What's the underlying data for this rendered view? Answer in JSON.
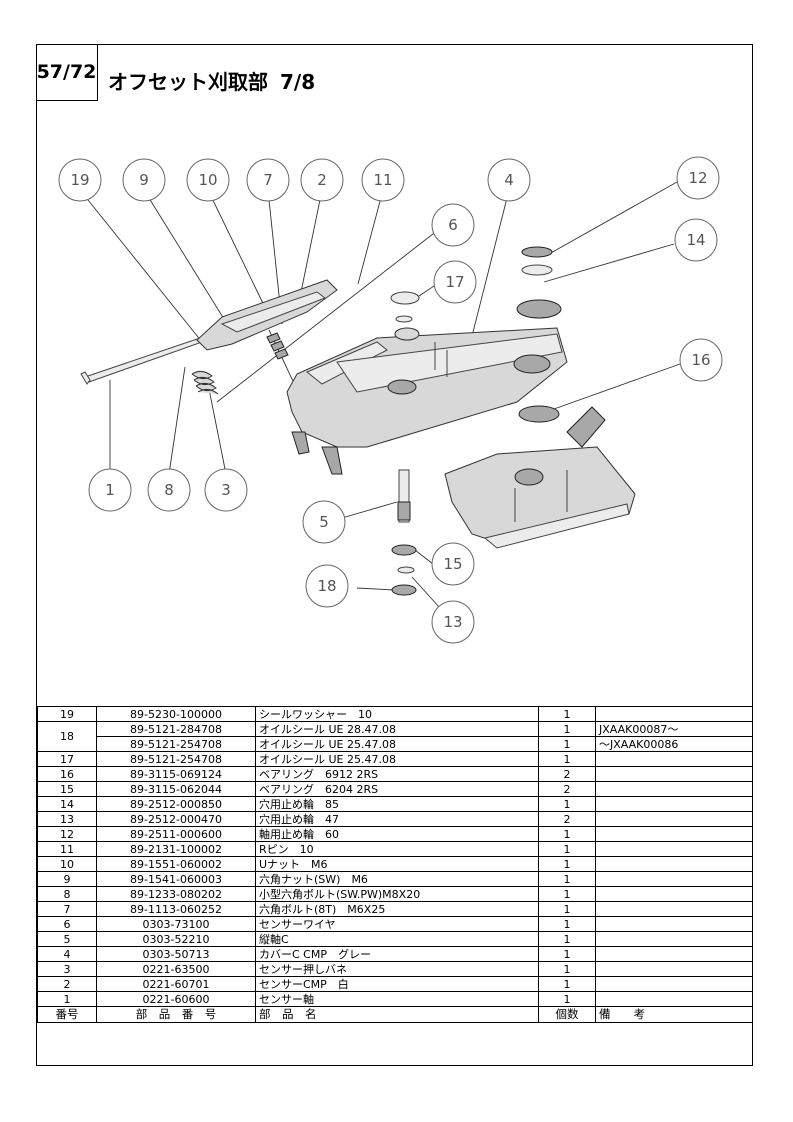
{
  "page": {
    "number": "57/72",
    "title": "オフセット刈取部",
    "subtitle": "7/8"
  },
  "callouts": [
    "19",
    "9",
    "10",
    "7",
    "2",
    "11",
    "4",
    "12",
    "14",
    "6",
    "17",
    "16",
    "1",
    "8",
    "3",
    "5",
    "15",
    "18",
    "13"
  ],
  "table": {
    "headers": {
      "no": "番号",
      "part_no": "部　品　番　号",
      "name": "部　品　名",
      "qty": "個数",
      "remarks": "備　　考"
    },
    "rows": [
      {
        "no": "19",
        "part_no": "89-5230-100000",
        "name": "シールワッシャー　10",
        "qty": "1",
        "remarks": ""
      },
      {
        "no": "18",
        "part_no": "89-5121-284708",
        "name": "オイルシール UE 28.47.08",
        "qty": "1",
        "remarks": "JXAAK00087～"
      },
      {
        "no": "",
        "part_no": "89-5121-254708",
        "name": "オイルシール UE 25.47.08",
        "qty": "1",
        "remarks": "～JXAAK00086"
      },
      {
        "no": "17",
        "part_no": "89-5121-254708",
        "name": "オイルシール UE 25.47.08",
        "qty": "1",
        "remarks": ""
      },
      {
        "no": "16",
        "part_no": "89-3115-069124",
        "name": "ベアリング　6912 2RS",
        "qty": "2",
        "remarks": ""
      },
      {
        "no": "15",
        "part_no": "89-3115-062044",
        "name": "ベアリング　6204 2RS",
        "qty": "2",
        "remarks": ""
      },
      {
        "no": "14",
        "part_no": "89-2512-000850",
        "name": "穴用止め輪　85",
        "qty": "1",
        "remarks": ""
      },
      {
        "no": "13",
        "part_no": "89-2512-000470",
        "name": "穴用止め輪　47",
        "qty": "2",
        "remarks": ""
      },
      {
        "no": "12",
        "part_no": "89-2511-000600",
        "name": "軸用止め輪　60",
        "qty": "1",
        "remarks": ""
      },
      {
        "no": "11",
        "part_no": "89-2131-100002",
        "name": "Rピン　10",
        "qty": "1",
        "remarks": ""
      },
      {
        "no": "10",
        "part_no": "89-1551-060002",
        "name": "Uナット　M6",
        "qty": "1",
        "remarks": ""
      },
      {
        "no": "9",
        "part_no": "89-1541-060003",
        "name": "六角ナット(SW)　M6",
        "qty": "1",
        "remarks": ""
      },
      {
        "no": "8",
        "part_no": "89-1233-080202",
        "name": "小型六角ボルト(SW.PW)M8X20",
        "qty": "1",
        "remarks": ""
      },
      {
        "no": "7",
        "part_no": "89-1113-060252",
        "name": "六角ボルト(8T)　M6X25",
        "qty": "1",
        "remarks": ""
      },
      {
        "no": "6",
        "part_no": "0303-73100",
        "name": "センサーワイヤ",
        "qty": "1",
        "remarks": ""
      },
      {
        "no": "5",
        "part_no": "0303-52210",
        "name": "縦軸C",
        "qty": "1",
        "remarks": ""
      },
      {
        "no": "4",
        "part_no": "0303-50713",
        "name": "カバーC CMP　グレー",
        "qty": "1",
        "remarks": ""
      },
      {
        "no": "3",
        "part_no": "0221-63500",
        "name": "センサー押しバネ",
        "qty": "1",
        "remarks": ""
      },
      {
        "no": "2",
        "part_no": "0221-60701",
        "name": "センサーCMP　白",
        "qty": "1",
        "remarks": ""
      },
      {
        "no": "1",
        "part_no": "0221-60600",
        "name": "センサー軸",
        "qty": "1",
        "remarks": ""
      }
    ]
  }
}
